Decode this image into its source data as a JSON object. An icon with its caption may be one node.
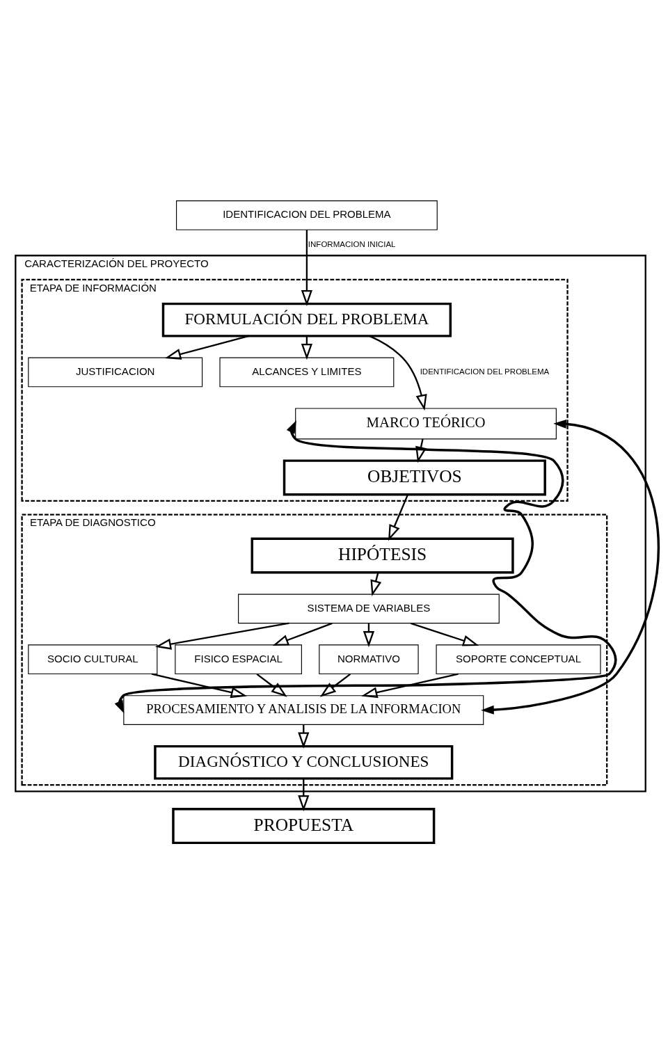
{
  "diagram": {
    "nodes": [
      {
        "text": [
          "IDENTIFICACION DEL PROBLEMA"
        ]
      },
      {
        "text": [
          "CARACTERIZACIÓN DEL PROYECTO"
        ]
      },
      {
        "text": [
          "ETAPA DE INFORMACIÓN"
        ],
        "in": 1
      },
      {
        "text": [
          "FORMULACIÓN DEL PROBLEMA"
        ],
        "in": 2
      },
      {
        "text": [
          "JUSTIFICACION"
        ],
        "in": 2
      },
      {
        "text": [
          "ALCANCES Y LIMITES"
        ],
        "in": 2
      },
      {
        "text": [
          "MARCO TEÓRICO"
        ],
        "in": 2
      },
      {
        "text": [
          "OBJETIVOS"
        ],
        "in": 2
      },
      {
        "text": [
          "ETAPA DE DIAGNOSTICO"
        ],
        "in": 1
      },
      {
        "text": [
          "HIPÓTESIS"
        ],
        "in": 8
      },
      {
        "text": [
          "SISTEMA DE VARIABLES"
        ],
        "in": 8
      },
      {
        "text": [
          "SOCIO CULTURAL"
        ],
        "in": 8
      },
      {
        "text": [
          "FISICO ESPACIAL"
        ],
        "in": 8
      },
      {
        "text": [
          "NORMATIVO"
        ],
        "in": 8
      },
      {
        "text": [
          "SOPORTE CONCEPTUAL"
        ],
        "in": 8
      },
      {
        "text": [
          "PROCESAMIENTO Y ANALISIS DE LA INFORMACION"
        ],
        "in": 8
      },
      {
        "text": [
          "DIAGNÓSTICO Y CONCLUSIONES"
        ],
        "in": 8
      },
      {
        "text": [
          "PROPUESTA"
        ]
      }
    ],
    "edges": [
      {
        "from": 0,
        "to": 3,
        "arrow": "to",
        "label": "INFORMACION INICIAL"
      },
      {
        "from": 3,
        "to": 4,
        "arrow": "to"
      },
      {
        "from": 3,
        "to": 5,
        "arrow": "to"
      },
      {
        "from": 3,
        "to": 6,
        "arrow": "to",
        "label": "IDENTIFICACION DEL PROBLEMA"
      },
      {
        "from": 6,
        "to": 7,
        "arrow": "to"
      },
      {
        "from": 7,
        "to": 9,
        "arrow": "to"
      },
      {
        "from": 9,
        "to": 10,
        "arrow": "to"
      },
      {
        "from": 10,
        "to": 11,
        "arrow": "to"
      },
      {
        "from": 10,
        "to": 12,
        "arrow": "to"
      },
      {
        "from": 10,
        "to": 13,
        "arrow": "to"
      },
      {
        "from": 10,
        "to": 14,
        "arrow": "to"
      },
      {
        "from": 11,
        "to": 15,
        "arrow": "to"
      },
      {
        "from": 12,
        "to": 15,
        "arrow": "to"
      },
      {
        "from": 13,
        "to": 15,
        "arrow": "to"
      },
      {
        "from": 14,
        "to": 15,
        "arrow": "to"
      },
      {
        "from": 6,
        "to": 15,
        "arrow": "both"
      },
      {
        "from": 6,
        "to": 15,
        "arrow": "both"
      },
      {
        "from": 15,
        "to": 16,
        "arrow": "to"
      },
      {
        "from": 16,
        "to": 17,
        "arrow": "to"
      }
    ]
  }
}
